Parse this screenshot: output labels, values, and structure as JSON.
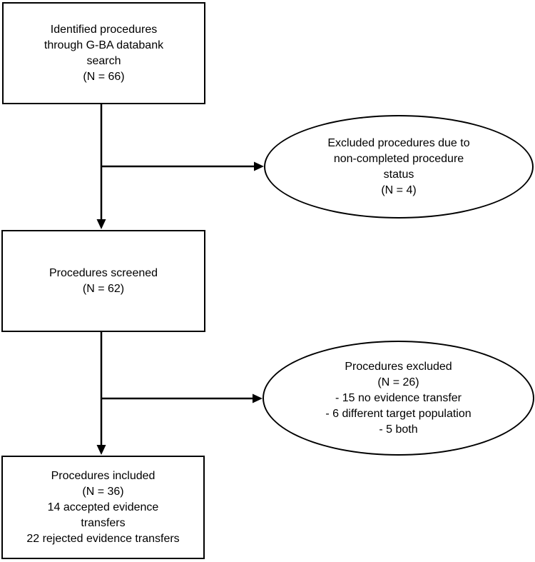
{
  "colors": {
    "background": "#ffffff",
    "line": "#000000",
    "text": "#000000"
  },
  "nodes": {
    "identified": {
      "shape": "rect",
      "lines": [
        "Identified procedures",
        "through G-BA databank",
        "search",
        "(N = 66)"
      ]
    },
    "excluded_status": {
      "shape": "ellipse",
      "lines": [
        "Excluded procedures due to",
        "non-completed procedure",
        "status",
        "(N = 4)"
      ]
    },
    "screened": {
      "shape": "rect",
      "lines": [
        "Procedures screened",
        "(N = 62)"
      ]
    },
    "excluded_reasons": {
      "shape": "ellipse",
      "lines": [
        "Procedures excluded",
        "(N = 26)",
        "- 15 no evidence transfer",
        "- 6 different target population",
        "- 5 both"
      ]
    },
    "included": {
      "shape": "rect",
      "lines": [
        "Procedures included",
        "(N = 36)",
        "14 accepted evidence",
        "transfers",
        "22 rejected evidence transfers"
      ]
    }
  }
}
